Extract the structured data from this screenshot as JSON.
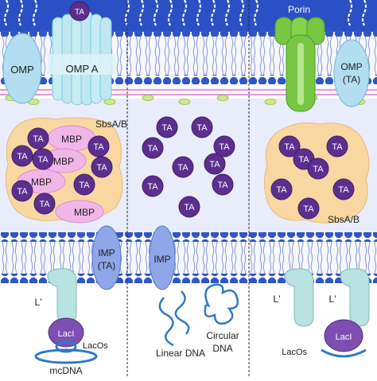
{
  "colors": {
    "periplasm": "#e9ecfb",
    "lipid_head": "#2f55c9",
    "tail_bg": "#f6f8ff",
    "ta_fill": "#5c2f8f",
    "ta_text": "#ffffff",
    "protein_blue": "#b3def0",
    "protein_purple": "#8fa6e8",
    "porin_green": "#77c742",
    "aggregate_orange": "#f9d7a1",
    "mbp_pink": "#f1b6e8",
    "lps_chain": "#ffffff",
    "dna_blue": "#2e79c9",
    "laci_purple": "#7c4fb0",
    "l_prime_teal": "#b9e3e0",
    "divider": "#2a2a2a"
  },
  "labels": {
    "ta": "TA",
    "omp": "OMP",
    "omp_a": "OMP A",
    "porin": "Porin",
    "omp_ta_line1": "OMP",
    "omp_ta_line2": "(TA)",
    "sbsab_left": "SbsA/B",
    "sbsab_right": "SbsA/B",
    "mbp": "MBP",
    "imp_ta_line1": "IMP",
    "imp_ta_line2": "(TA)",
    "imp": "IMP",
    "l_prime": "L'",
    "laci": "LacI",
    "lacos": "LacOs",
    "mcdna": "mcDNA",
    "linear_dna": "Linear DNA",
    "circular_dna_line1": "Circular",
    "circular_dna_line2": "DNA"
  }
}
